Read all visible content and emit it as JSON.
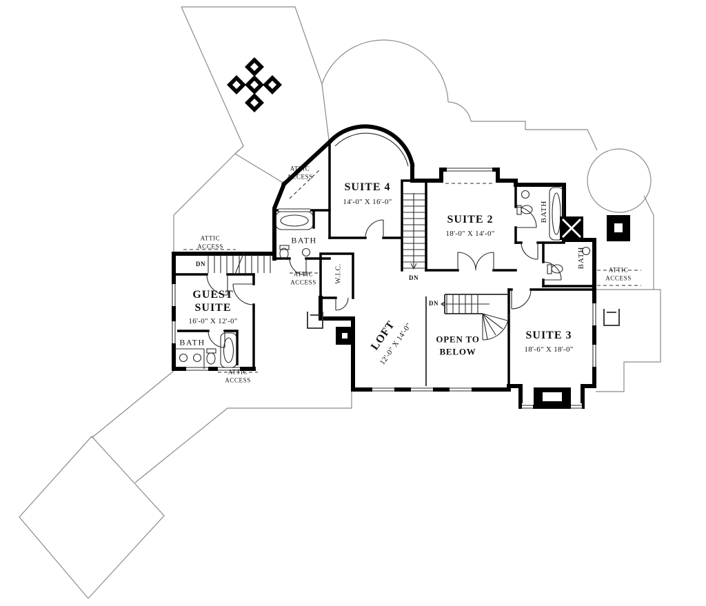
{
  "colors": {
    "wall": "#000000",
    "roof": "#8a8a8a",
    "text": "#111111",
    "paper": "#ffffff"
  },
  "rooms": {
    "suite4": {
      "name": "SUITE 4",
      "dims": "14'-0\" X 16'-0\""
    },
    "suite2": {
      "name": "SUITE 2",
      "dims": "18'-0\" X 14'-0\""
    },
    "suite3": {
      "name": "SUITE 3",
      "dims": "18'-6\" X 18'-0\""
    },
    "guest_suite": {
      "name_line1": "GUEST",
      "name_line2": "SUITE",
      "dims": "16'-0\" X 12'-0\""
    },
    "loft": {
      "name": "LOFT",
      "dims": "12'-0\" X 14'-0\""
    },
    "open_to_below": {
      "line1": "OPEN TO",
      "line2": "BELOW"
    }
  },
  "annotations": {
    "bath": "BATH",
    "wic": "W.I.C.",
    "attic_line1": "ATTIC",
    "attic_line2": "ACCESS",
    "down": "DN"
  },
  "symbols": [
    "diamond-window-ornament",
    "turret-roof",
    "roof-outline",
    "stair-treads",
    "door-swing",
    "bathtub",
    "toilet",
    "sink",
    "fireplace",
    "chimney-flue",
    "chimney-x-cap",
    "railing",
    "window"
  ]
}
